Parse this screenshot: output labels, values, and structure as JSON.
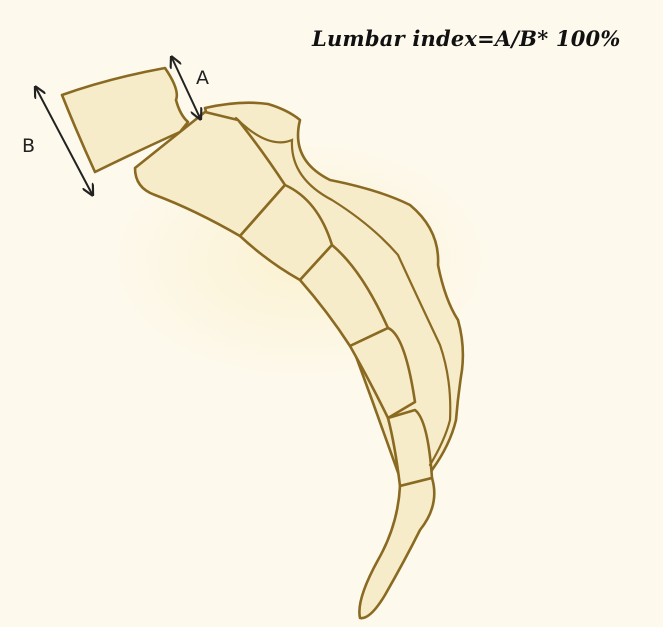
{
  "formula": "Lumbar index=A/B* 100%",
  "labels": {
    "a": "A",
    "b": "B"
  },
  "colors": {
    "background": "#fdf9ec",
    "bone_fill": "#f6ecc9",
    "bone_outline": "#8a6a22",
    "arrow": "#222222"
  }
}
